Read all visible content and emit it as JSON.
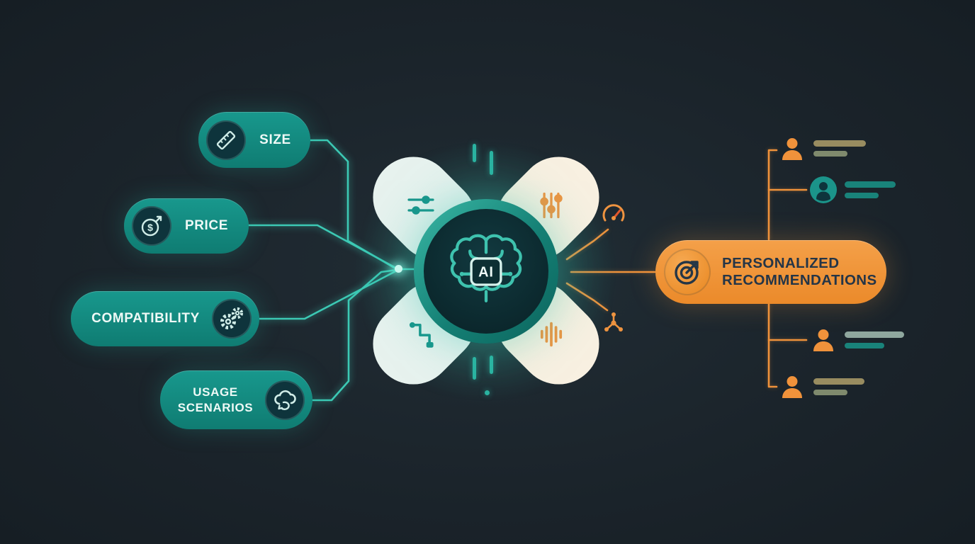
{
  "palette": {
    "background": "#1b242b",
    "teal": "#159084",
    "teal_bright": "#3cc9b4",
    "orange": "#f0923b",
    "pill_text": "#eef9f6",
    "output_text": "#243547",
    "petal_mint": "#e7f2ee",
    "petal_cream": "#f8f0e1"
  },
  "features": [
    {
      "label": "SIZE",
      "icon": "ruler-icon"
    },
    {
      "label": "PRICE",
      "icon": "price-trend-icon"
    },
    {
      "label": "COMPATIBILITY",
      "icon": "gears-icon"
    },
    {
      "label": "USAGE SCENARIOS",
      "icon": "cloud-sync-icon"
    }
  ],
  "center": {
    "chip_label": "AI",
    "satellite_icons": [
      "equalizer-horizontal-icon",
      "equalizer-vertical-icon",
      "flow-path-icon",
      "waveform-icon"
    ],
    "metric_icons": [
      "gauge-icon",
      "network-nodes-icon"
    ]
  },
  "output": {
    "label": "PERSONALIZED RECOMMENDATIONS",
    "icon": "target-arrow-icon"
  },
  "audience": {
    "users": [
      {
        "icon": "user-avatar",
        "accent": "#f0923b"
      },
      {
        "icon": "user-avatar",
        "accent": "#1b948a"
      },
      {
        "icon": "user-avatar",
        "accent": "#f0923b"
      },
      {
        "icon": "user-avatar",
        "accent": "#f0923b"
      }
    ]
  }
}
